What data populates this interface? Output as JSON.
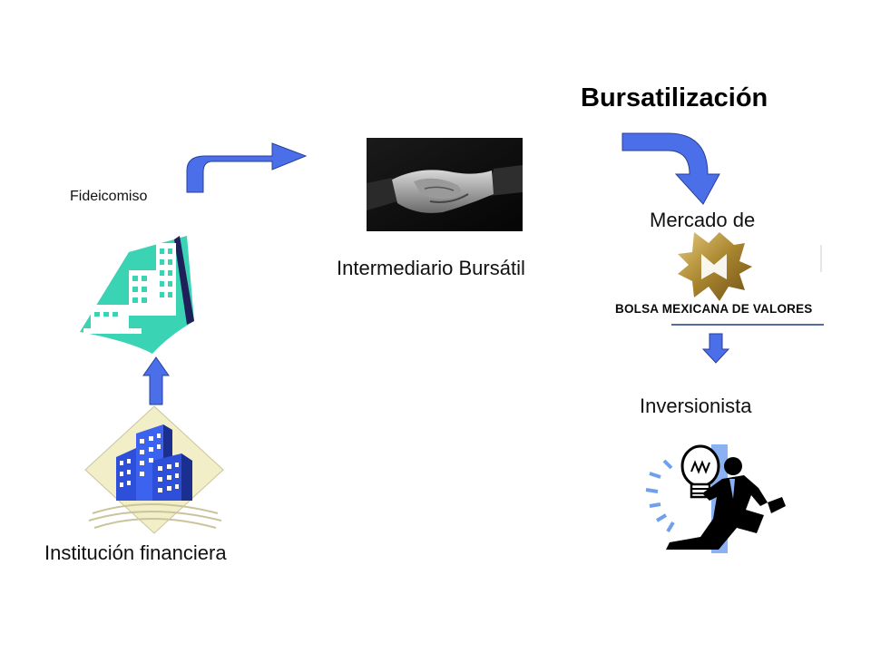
{
  "title": "Bursatilización",
  "labels": {
    "fideicomiso": "Fideicomiso",
    "intermediario": "Intermediario Bursátil",
    "mercado": "Mercado de",
    "inversionista": "Inversionista",
    "institucion": "Institución financiera"
  },
  "logo": {
    "text": "BOLSA MEXICANA DE VALORES"
  },
  "colors": {
    "arrow": "#4a6fe8",
    "teal": "#3ad3b4",
    "gold": "#b8953a",
    "building_blue": "#2d4fd9",
    "investor_blue": "#8ab2f2"
  },
  "icons": [
    "handshake-icon",
    "teal-building-icon",
    "blue-buildings-icon",
    "investor-lightbulb-icon",
    "bmv-logo-icon"
  ]
}
